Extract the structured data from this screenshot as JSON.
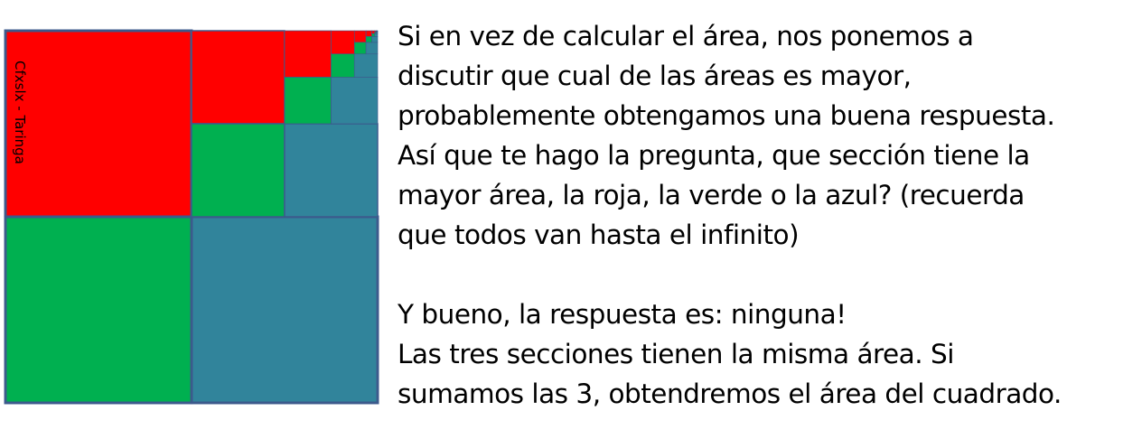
{
  "watermark": "Cfxslx - Taringa",
  "colors": {
    "red": "#ff0000",
    "green": "#00b050",
    "blue": "#31849b",
    "border": "#3c5a8c",
    "center": "#000000"
  },
  "paragraph1": [
    "Si en vez de calcular el área, nos ponemos a",
    "discutir que cual de las áreas es mayor,",
    "probablemente obtengamos una buena respuesta.",
    "Así que te hago la pregunta, que sección tiene la",
    "mayor área, la roja, la verde o la azul? (recuerda",
    "que todos van hasta el infinito)"
  ],
  "paragraph2": [
    "Y bueno, la respuesta es: ninguna!",
    "Las tres secciones tienen la misma área. Si",
    "sumamos las 3, obtendremos el área del cuadrado."
  ]
}
